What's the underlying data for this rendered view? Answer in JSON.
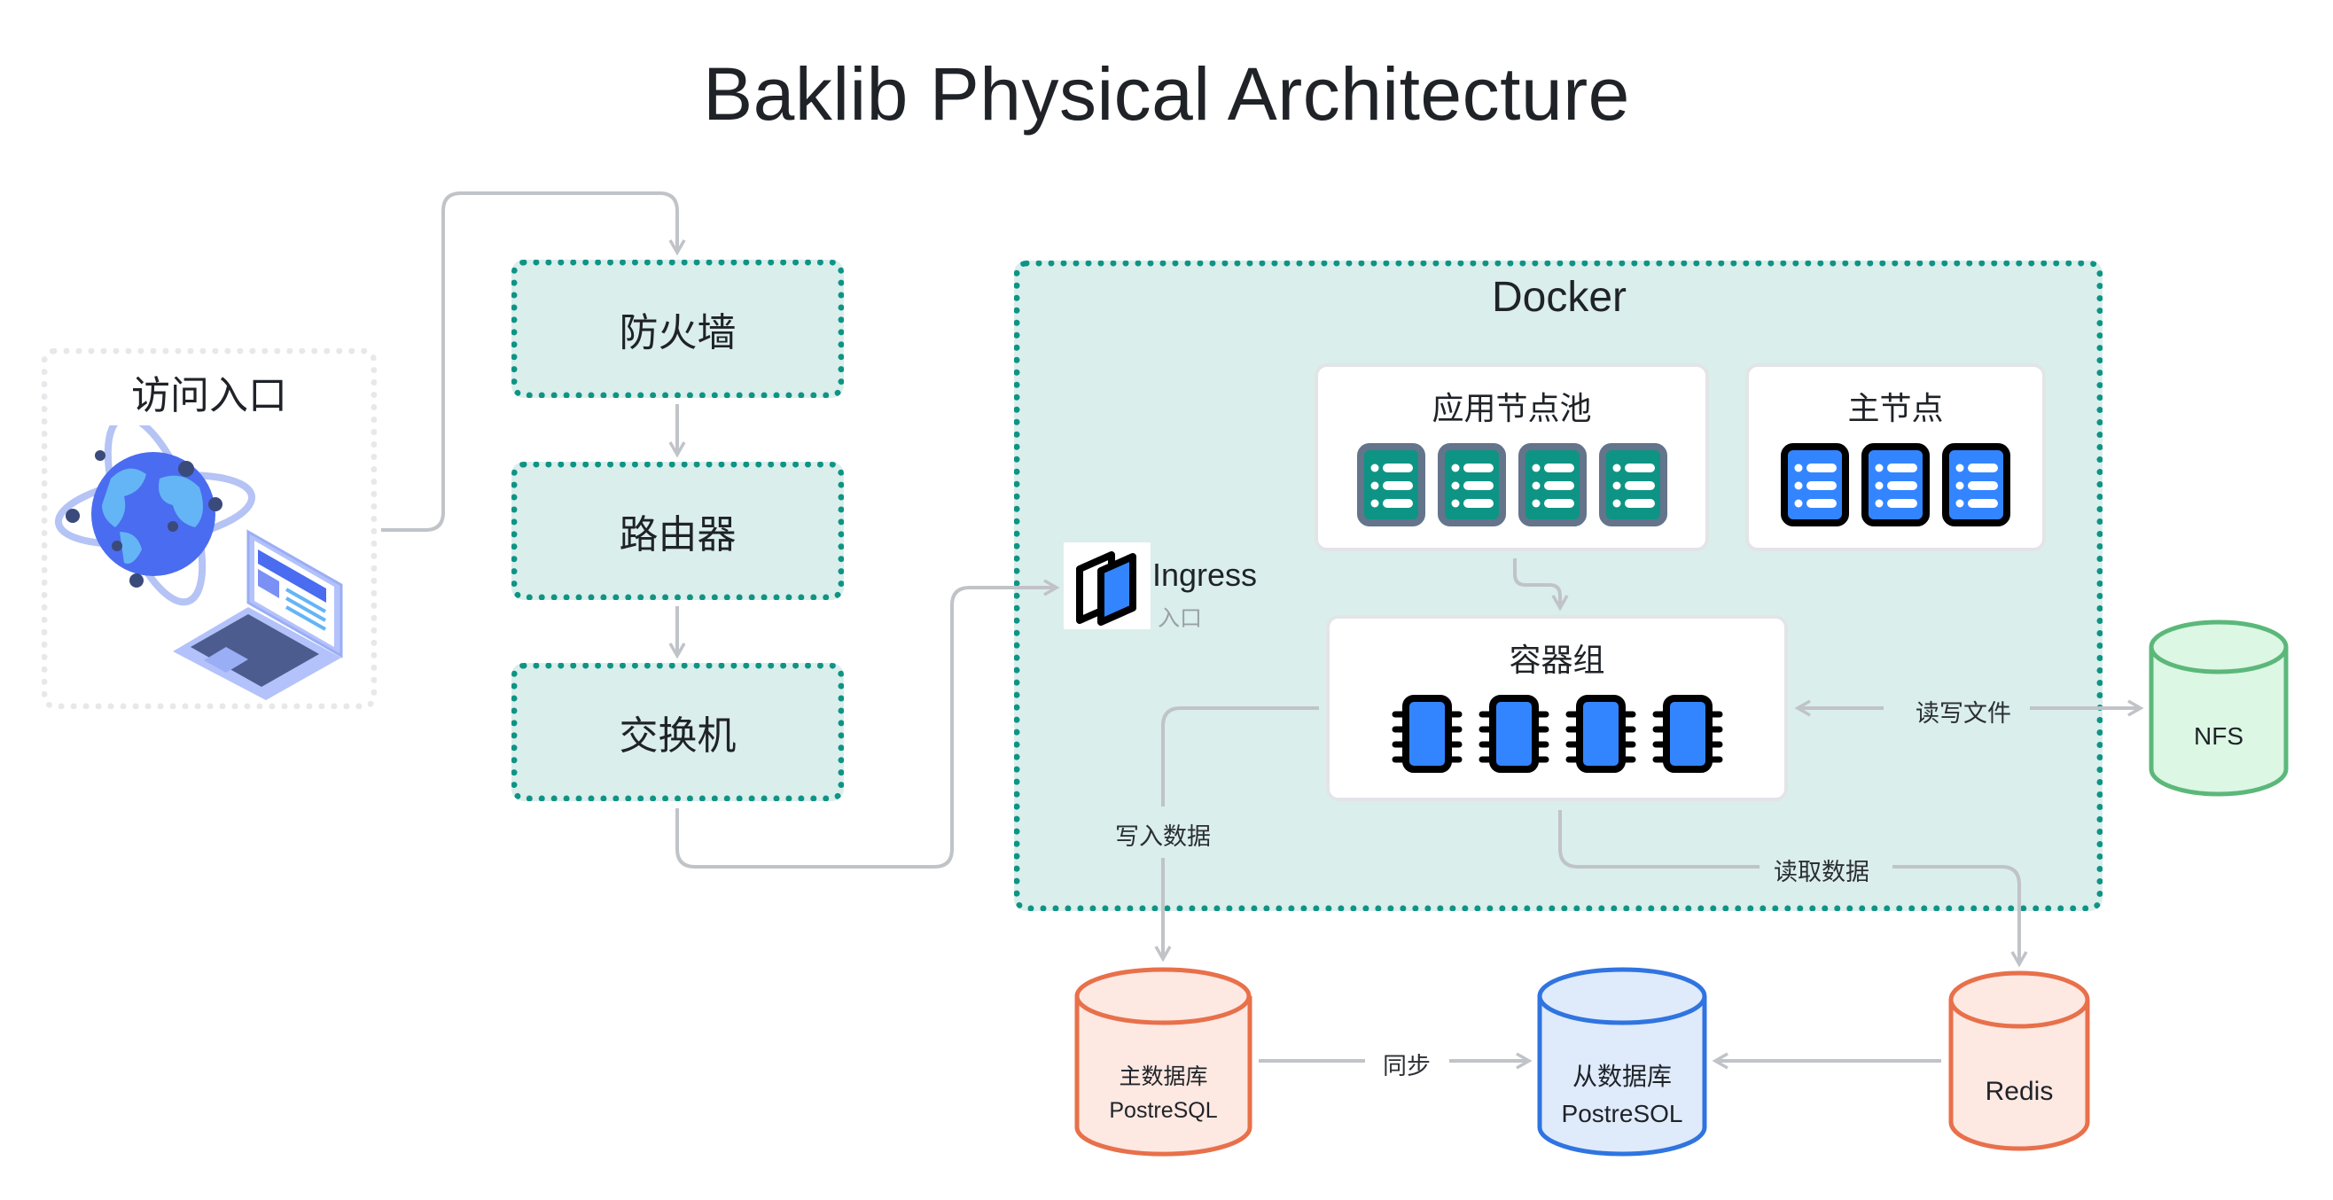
{
  "title": "Baklib Physical Architecture",
  "access": {
    "label": "访问入口",
    "icons": [
      "globe-icon",
      "laptop-icon"
    ]
  },
  "network": {
    "firewall": "防火墙",
    "router": "路由器",
    "switch": "交换机"
  },
  "docker": {
    "label": "Docker",
    "ingress": {
      "label": "Ingress",
      "sublabel": "入口"
    },
    "app_pool": {
      "label": "应用节点池",
      "server_count": 4
    },
    "master_nodes": {
      "label": "主节点",
      "server_count": 3
    },
    "containers": {
      "label": "容器组",
      "chip_count": 4
    }
  },
  "storage": {
    "nfs": {
      "label": "NFS"
    },
    "master_db": {
      "line1": "主数据库",
      "line2": "PostreSQL"
    },
    "replica_db": {
      "line1": "从数据库",
      "line2": "PostreSOL"
    },
    "redis": {
      "label": "Redis"
    }
  },
  "edges": {
    "read_write_files": "读写文件",
    "write_data": "写入数据",
    "read_data": "读取数据",
    "sync": "同步"
  },
  "colors": {
    "teal": "#0e9484",
    "teal_bg": "#daeeec",
    "connector": "#c0c3c8",
    "blue": "#3385ff",
    "slate": "#64748b",
    "nfs_stroke": "#5bb87a",
    "nfs_fill": "#dcf7e4",
    "orange_stroke": "#e8704a",
    "orange_fill": "#fde8e2",
    "blue_stroke": "#2f74e0",
    "blue_fill": "#dfeafb"
  }
}
